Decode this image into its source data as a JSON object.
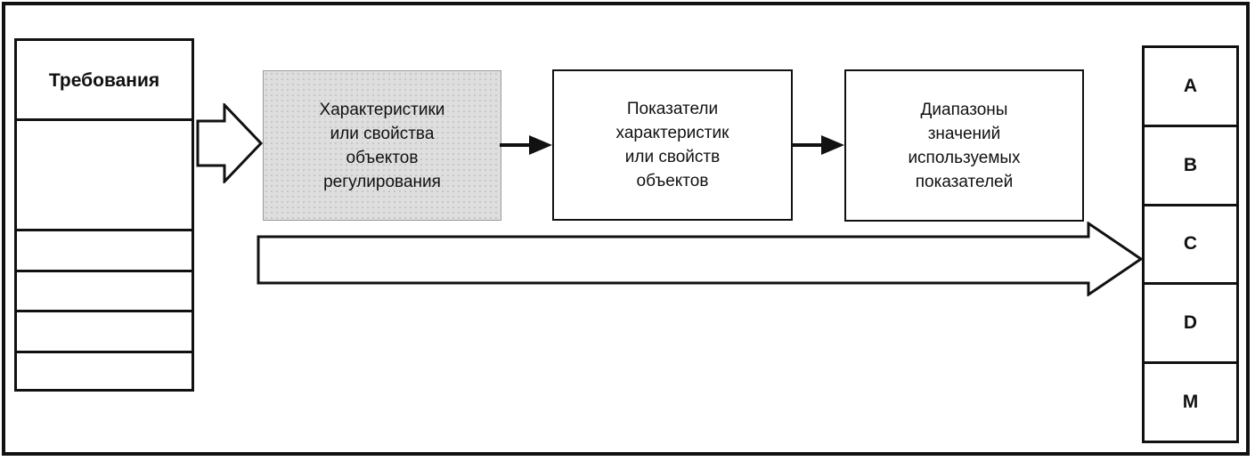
{
  "requirements_table": {
    "title": "Требования",
    "empty_row_count": 5
  },
  "stage_boxes": [
    {
      "id": "stage-1",
      "variant": "highlighted",
      "text": "Характеристики\nили свойства\nобъектов\nрегулирования"
    },
    {
      "id": "stage-2",
      "variant": "plain",
      "text": "Показатели\nхарактеристик\nили свойств\nобъектов"
    },
    {
      "id": "stage-3",
      "variant": "plain",
      "text": "Диапазоны\nзначений\nиспользуемых\nпоказателей"
    }
  ],
  "result_cells": [
    "A",
    "B",
    "C",
    "D",
    "M"
  ],
  "colors": {
    "line": "#111111",
    "highlight_fill": "#dedede",
    "background": "#ffffff"
  }
}
